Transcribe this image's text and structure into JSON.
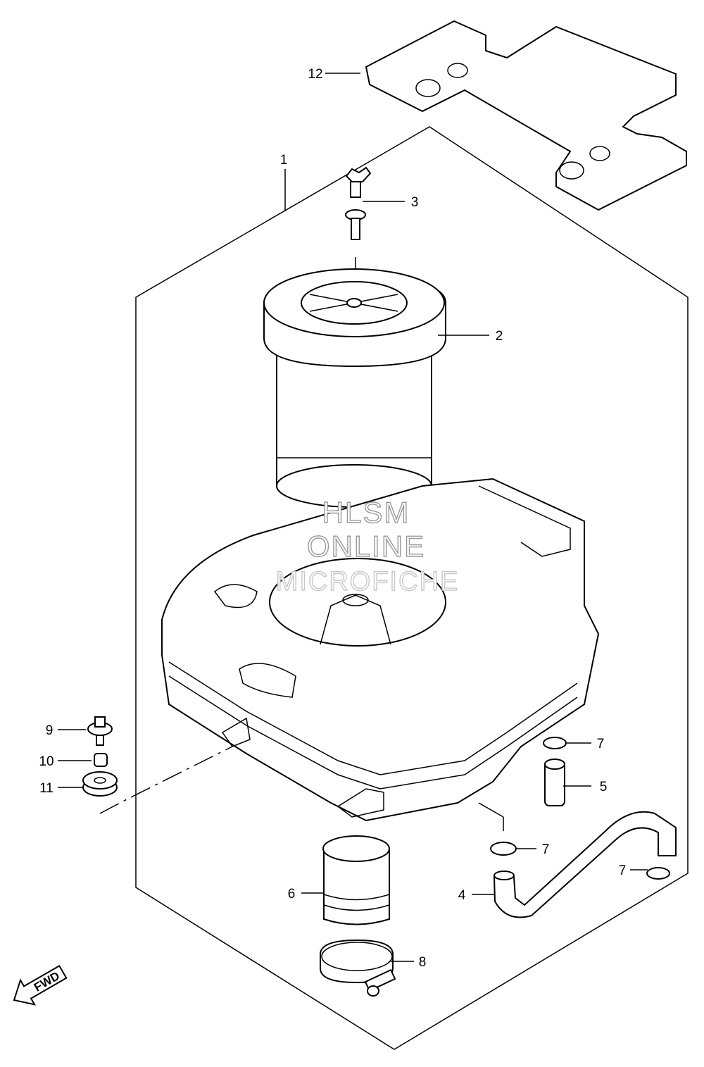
{
  "callouts": [
    {
      "id": "1",
      "text": "1"
    },
    {
      "id": "2",
      "text": "2"
    },
    {
      "id": "3",
      "text": "3"
    },
    {
      "id": "4",
      "text": "4"
    },
    {
      "id": "5",
      "text": "5"
    },
    {
      "id": "6",
      "text": "6"
    },
    {
      "id": "7a",
      "text": "7"
    },
    {
      "id": "7b",
      "text": "7"
    },
    {
      "id": "7c",
      "text": "7"
    },
    {
      "id": "8",
      "text": "8"
    },
    {
      "id": "9",
      "text": "9"
    },
    {
      "id": "10",
      "text": "10"
    },
    {
      "id": "11",
      "text": "11"
    },
    {
      "id": "12",
      "text": "12"
    }
  ],
  "watermark": {
    "line1": "HLSM",
    "line2": "ONLINE",
    "line3": "MICROFICHE"
  },
  "direction_label": "FWD"
}
